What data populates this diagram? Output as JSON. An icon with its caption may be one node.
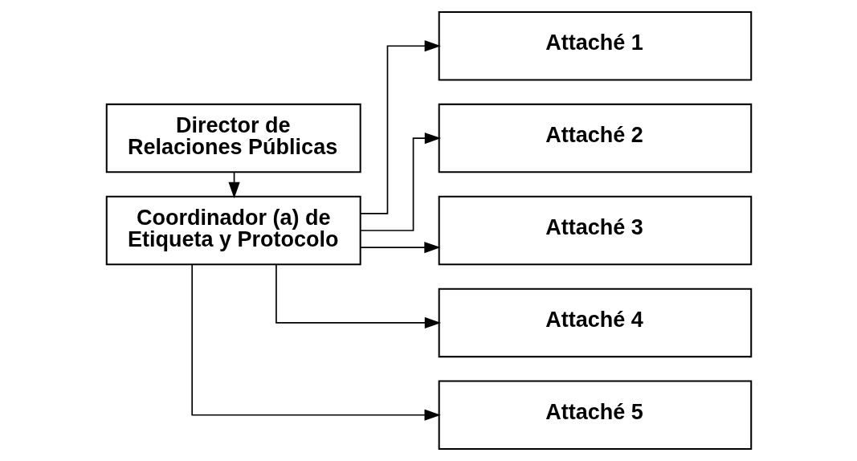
{
  "diagram": {
    "nodes": [
      {
        "text": [
          "Director de Relaciones Públicas"
        ]
      },
      {
        "text": [
          "Coordinador (a) de Etiqueta y Protocolo"
        ]
      },
      {
        "text": [
          "Attaché 1"
        ]
      },
      {
        "text": [
          "Attaché 2"
        ]
      },
      {
        "text": [
          "Attaché 3"
        ]
      },
      {
        "text": [
          "Attaché 4"
        ]
      },
      {
        "text": [
          "Attaché 5"
        ]
      }
    ],
    "edges": [
      {
        "from": 0,
        "to": 1,
        "arrow": "to"
      },
      {
        "from": 1,
        "to": 2,
        "arrow": "to"
      },
      {
        "from": 1,
        "to": 3,
        "arrow": "to"
      },
      {
        "from": 1,
        "to": 4,
        "arrow": "to"
      },
      {
        "from": 1,
        "to": 5,
        "arrow": "to"
      },
      {
        "from": 1,
        "to": 6,
        "arrow": "to"
      }
    ]
  }
}
